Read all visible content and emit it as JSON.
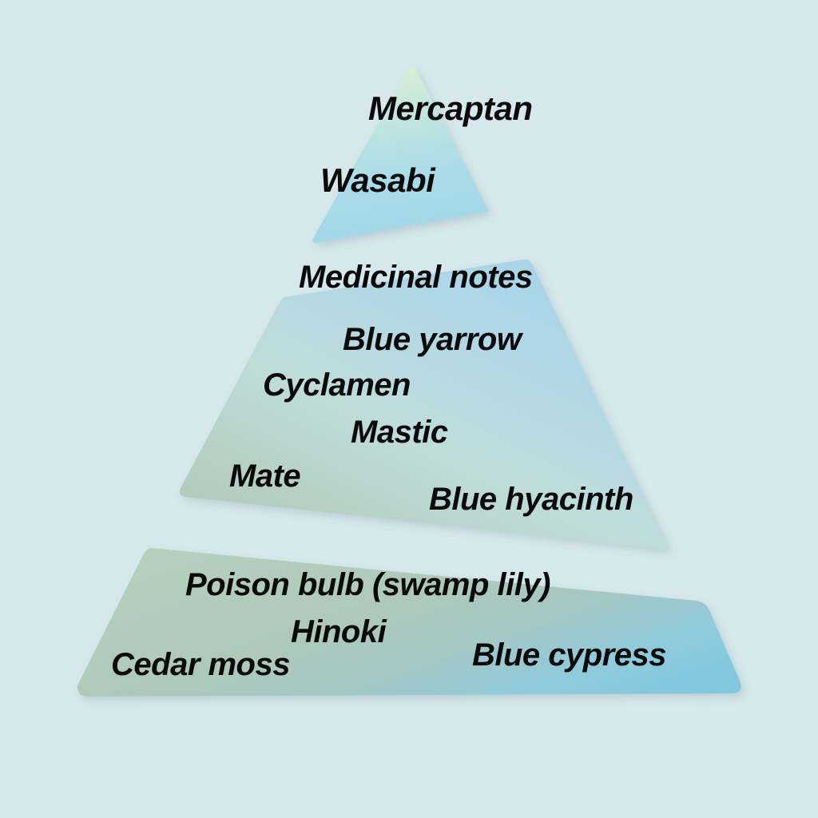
{
  "diagram": {
    "type": "fragrance-pyramid",
    "background_color": "#d7e8ec",
    "layers": [
      {
        "id": "top-notes",
        "shape": "triangle",
        "gradient": {
          "from": "#d5ecd2",
          "to": "#a5d8e5"
        },
        "notes": [
          {
            "id": "mercaptan",
            "label": "Mercaptan"
          },
          {
            "id": "wasabi",
            "label": "Wasabi"
          }
        ]
      },
      {
        "id": "heart-notes",
        "shape": "trapezoid",
        "gradient": {
          "from": "#a8d4e6",
          "to": "#b2cbbc"
        },
        "notes": [
          {
            "id": "medicinal-notes",
            "label": "Medicinal notes"
          },
          {
            "id": "blue-yarrow",
            "label": "Blue yarrow"
          },
          {
            "id": "cyclamen",
            "label": "Cyclamen"
          },
          {
            "id": "mastic",
            "label": "Mastic"
          },
          {
            "id": "mate",
            "label": "Mate"
          },
          {
            "id": "blue-hyacinth",
            "label": "Blue hyacinth"
          }
        ]
      },
      {
        "id": "base-notes",
        "shape": "quadrilateral",
        "gradient": {
          "from": "#b3cdbb",
          "to": "#84c9de"
        },
        "notes": [
          {
            "id": "poison-bulb",
            "label": "Poison bulb (swamp lily)"
          },
          {
            "id": "hinoki",
            "label": "Hinoki"
          },
          {
            "id": "cedar-moss",
            "label": "Cedar moss"
          },
          {
            "id": "blue-cypress",
            "label": "Blue cypress"
          }
        ]
      }
    ]
  }
}
